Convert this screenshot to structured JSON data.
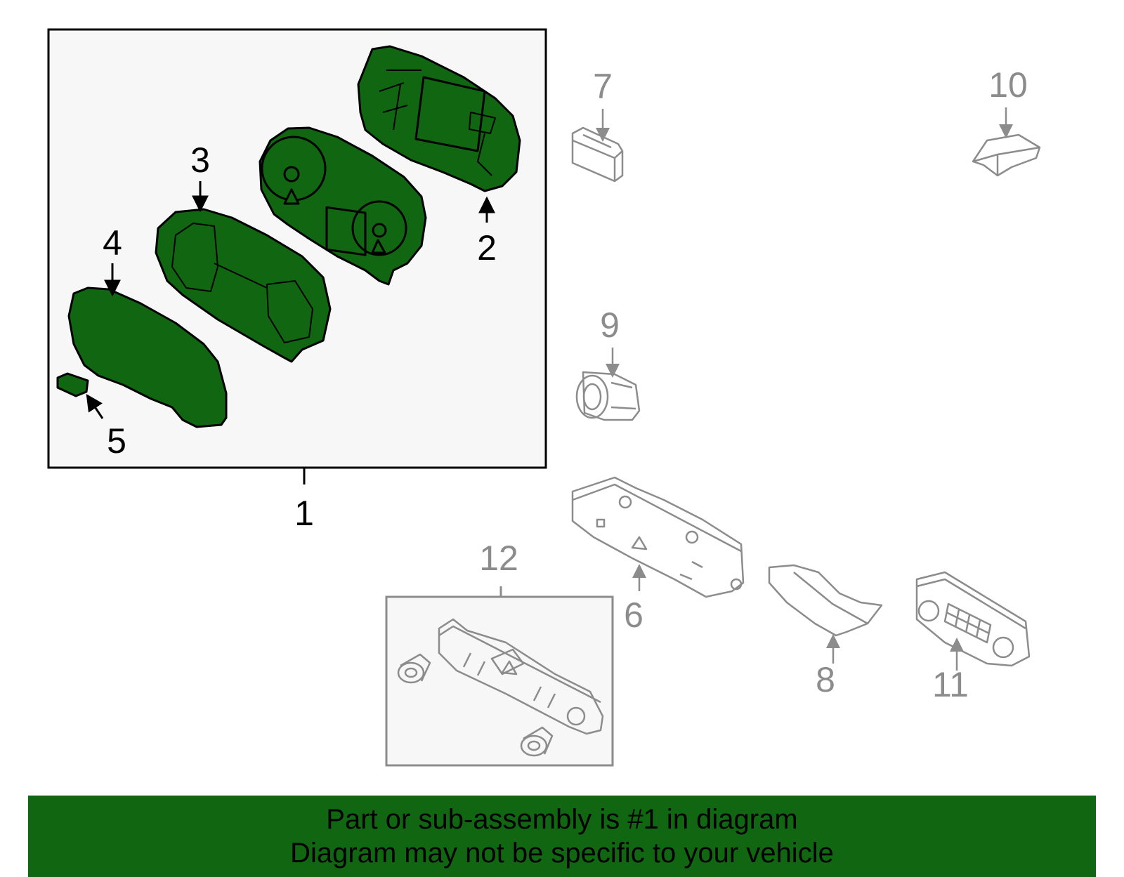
{
  "diagram": {
    "callouts": {
      "c1": "1",
      "c2": "2",
      "c3": "3",
      "c4": "4",
      "c5": "5",
      "c6": "6",
      "c7": "7",
      "c8": "8",
      "c9": "9",
      "c10": "10",
      "c11": "11",
      "c12": "12"
    },
    "colors": {
      "highlight_fill": "#116611",
      "highlight_stroke": "#000000",
      "other_stroke": "#8c8c8c",
      "panel_bg": "#f7f7f7",
      "banner_bg": "#116611"
    }
  },
  "banner": {
    "line1": "Part or sub-assembly is #1 in diagram",
    "line2": "Diagram may not be specific to your vehicle"
  }
}
